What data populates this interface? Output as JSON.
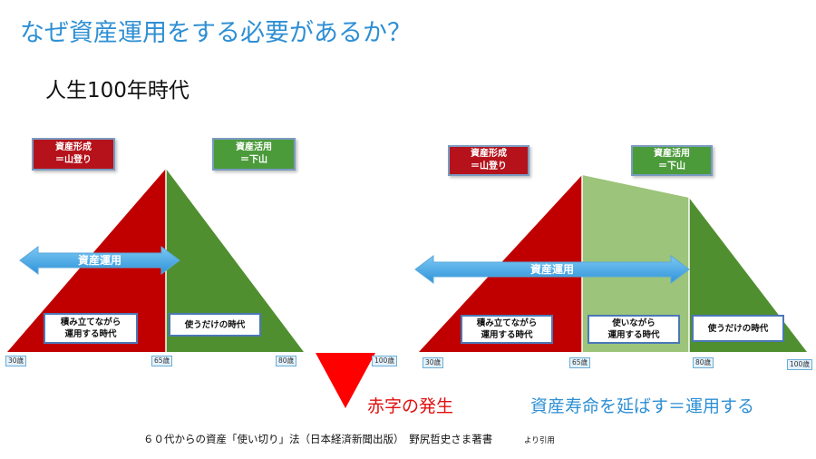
{
  "title": "なぜ資産運用をする必要があるか？",
  "subtitle": "人生100年時代",
  "colors": {
    "title_blue": "#2e8fd4",
    "mountain_red": "#c00000",
    "mountain_green": "#4f8f2f",
    "extension_green": "#9cc47a",
    "arrow_blue": "#4aa9e6",
    "deficit_red": "#ff0000"
  },
  "left_diagram": {
    "formation_label": [
      "資産形成",
      "＝山登り"
    ],
    "utilization_label": [
      "資産活用",
      "＝下山"
    ],
    "arrow_label": "資産運用",
    "phase_accumulate": [
      "積み立てながら",
      "運用する時代"
    ],
    "phase_spend": [
      "使うだけの時代"
    ],
    "ages": [
      "30歳",
      "65歳",
      "80歳",
      "100歳"
    ]
  },
  "right_diagram": {
    "formation_label": [
      "資産形成",
      "＝山登り"
    ],
    "utilization_label": [
      "資産活用",
      "＝下山"
    ],
    "arrow_label": "資産運用",
    "phase_accumulate": [
      "積み立てながら",
      "運用する時代"
    ],
    "phase_use_invest": [
      "使いながら",
      "運用する時代"
    ],
    "phase_spend": [
      "使うだけの時代"
    ],
    "ages": [
      "30歳",
      "65歳",
      "80歳",
      "100歳"
    ]
  },
  "deficit_text": "赤字の発生",
  "extend_text": "資産寿命を延ばす＝運用する",
  "source": "６０代からの資産「使い切り」法（日本経済新聞出版）　野尻哲史さま著書",
  "source_note": "より引用"
}
